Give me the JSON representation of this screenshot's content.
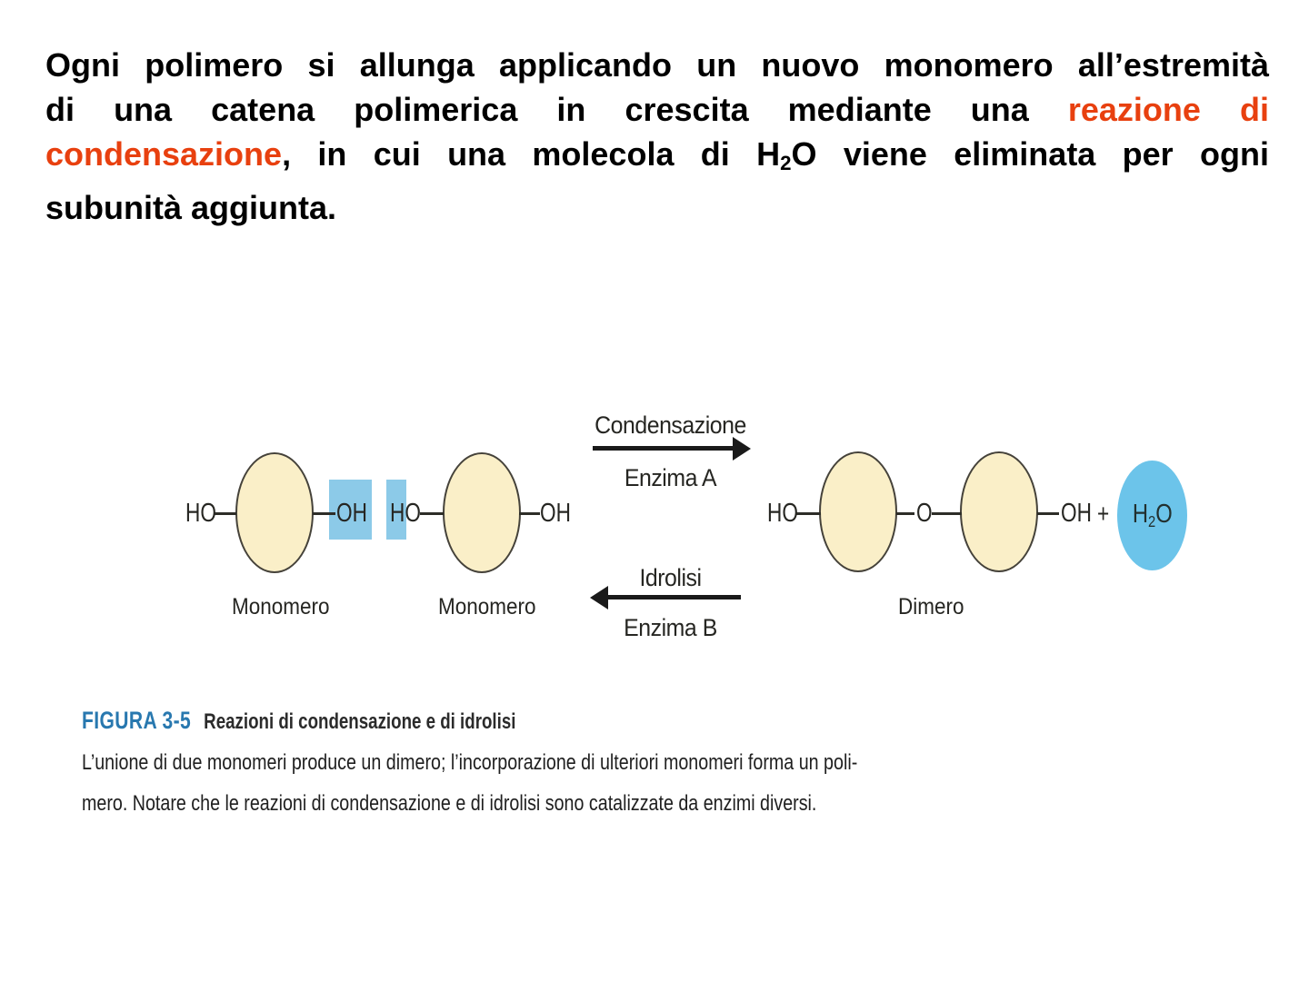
{
  "slide": {
    "background": "#ffffff",
    "accent_color": "#e8400f"
  },
  "intro": {
    "text_color": "#000000",
    "lines": [
      {
        "justify": true,
        "segments": [
          {
            "text": "Ogni polimero si allunga applicando un nuovo monomero all’estremità"
          }
        ]
      },
      {
        "justify": true,
        "segments": [
          {
            "text": "di una catena polimerica in crescita mediante una "
          },
          {
            "text": "reazione di",
            "accent": true
          }
        ]
      },
      {
        "justify": true,
        "segments": [
          {
            "text": "condensazione",
            "accent": true
          },
          {
            "text": ", in cui una molecola di H"
          },
          {
            "text": "2",
            "sub": true
          },
          {
            "text": "O viene eliminata per ogni"
          }
        ]
      },
      {
        "justify": false,
        "segments": [
          {
            "text": "subunità aggiunta."
          }
        ]
      }
    ]
  },
  "diagram": {
    "colors": {
      "monomer_fill": "#faefc8",
      "monomer_border": "#45423a",
      "highlight_blue": "#8ccae8",
      "water_blue": "#6cc4ea",
      "line": "#2d2d28",
      "text": "#262622"
    },
    "labels": {
      "ho_left": "HO",
      "oh_first": "OH",
      "ho_second": "HO",
      "oh_second": "OH",
      "monomero_1": "Monomero",
      "monomero_2": "Monomero",
      "condensazione": "Condensazione",
      "enzima_a": "Enzima A",
      "idrolisi": "Idrolisi",
      "enzima_b": "Enzima B",
      "ho_dimer": "HO",
      "o_bridge": "O",
      "oh_dimer": "OH",
      "plus": "+",
      "water_h": "H",
      "water_sub": "2",
      "water_o": "O",
      "dimero": "Dimero"
    }
  },
  "caption": {
    "figure_label": "FIGURA 3-5",
    "figure_label_color": "#2878af",
    "title": "Reazioni di condensazione e di idrolisi",
    "body_line1": "L’unione di due monomeri produce un dimero; l’incorporazione di ulteriori monomeri forma un poli-",
    "body_line2": "mero. Notare che le reazioni di condensazione e di idrolisi sono catalizzate da enzimi diversi."
  }
}
